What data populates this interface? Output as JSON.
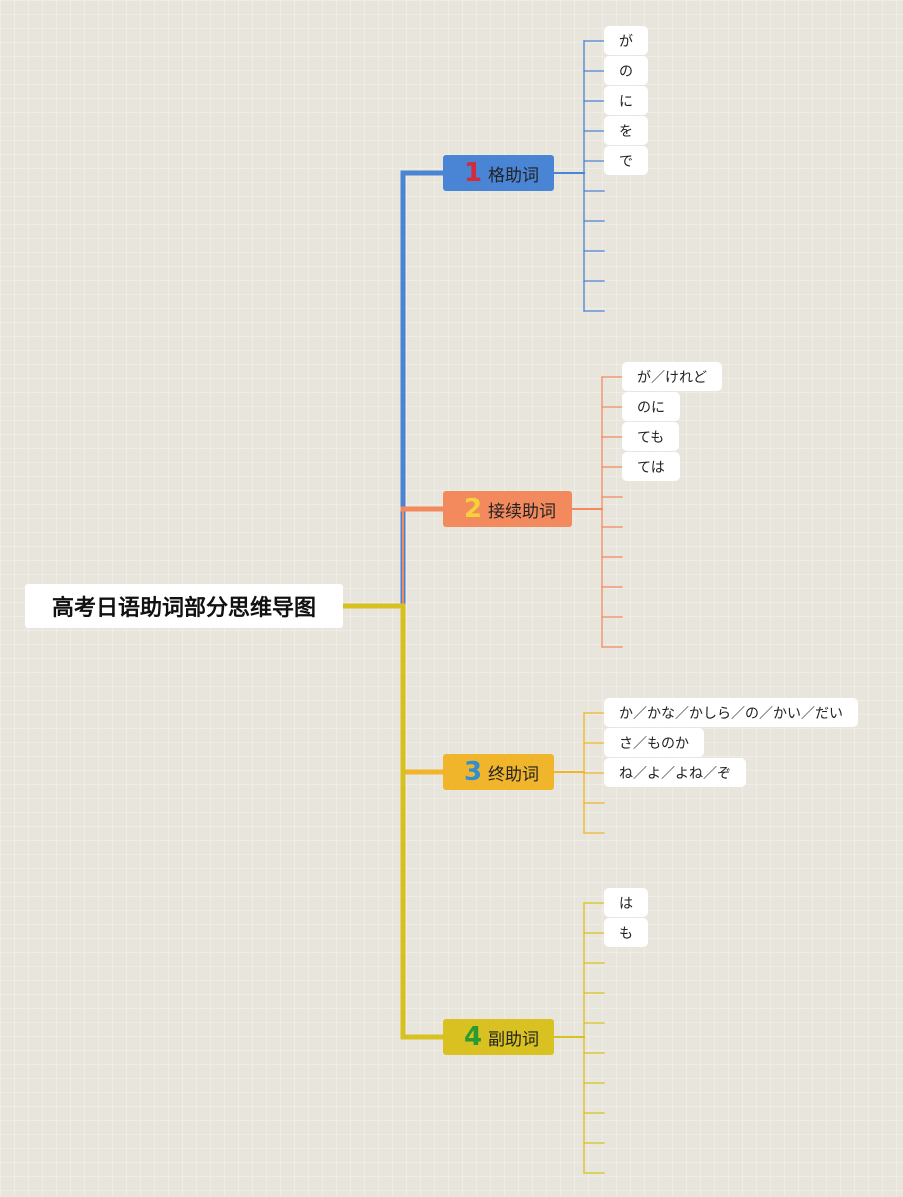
{
  "root": {
    "title": "高考日语助词部分思维导图"
  },
  "branches": [
    {
      "number": "1",
      "label": "格助词",
      "color": "#4a84d4",
      "number_color": "#d42a3a",
      "leaves": [
        "が",
        "の",
        "に",
        "を",
        "で"
      ],
      "empty_slots": 5
    },
    {
      "number": "2",
      "label": "接续助词",
      "color": "#f28a5e",
      "number_color": "#f5d13a",
      "leaves": [
        "が／けれど",
        "のに",
        "ても",
        "ては"
      ],
      "empty_slots": 6
    },
    {
      "number": "3",
      "label": "终助词",
      "color": "#f1b52c",
      "number_color": "#2f8fd0",
      "leaves": [
        "か／かな／かしら／の／かい／だい",
        "さ／ものか",
        "ね／よ／よね／ぞ"
      ],
      "empty_slots": 2
    },
    {
      "number": "4",
      "label": "副助词",
      "color": "#d8c120",
      "number_color": "#2a9a32",
      "leaves": [
        "は",
        "も"
      ],
      "empty_slots": 8
    }
  ],
  "colors": {
    "background": "#e8e5dc",
    "trunk": "#d6c11e"
  }
}
